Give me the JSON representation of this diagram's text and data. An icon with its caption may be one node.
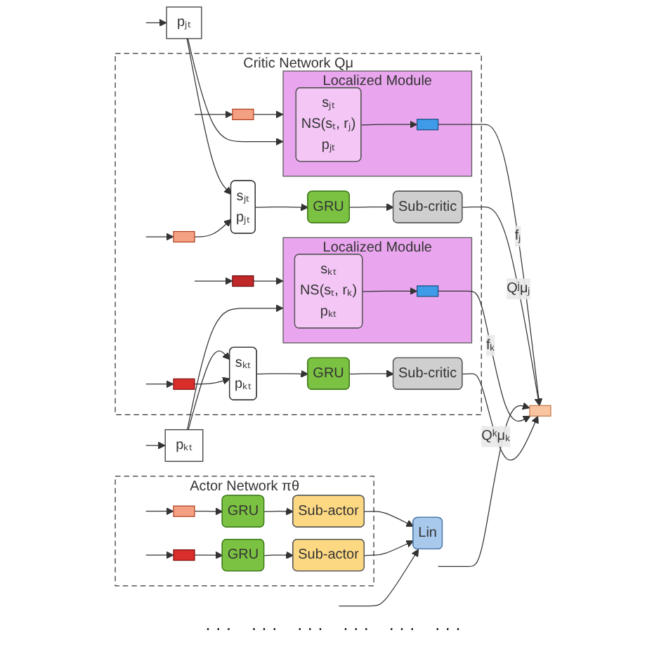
{
  "diagram": {
    "nodes": [
      {
        "text": [
          "Actor Network πθ"
        ]
      },
      {
        "text": [],
        "shape": "box",
        "in": 0
      },
      {
        "text": [
          "GRU"
        ],
        "in": 0
      },
      {
        "text": [
          "Sub-actor"
        ],
        "in": 0
      },
      {
        "text": [],
        "shape": "box",
        "in": 0
      },
      {
        "text": [
          "GRU"
        ],
        "in": 0
      },
      {
        "text": [
          "Sub-actor"
        ],
        "in": 0
      },
      {
        "text": [
          "Lin"
        ]
      },
      {
        "text": [
          "Critic Network Qμ"
        ]
      },
      {
        "text": [
          "pⱼₜ"
        ]
      },
      {
        "text": [],
        "shape": "box",
        "in": 8
      },
      {
        "text": [
          "Localized Module"
        ],
        "in": 8
      },
      {
        "text": [
          "sⱼₜ",
          "NS(sₜ, rⱼ)",
          "pⱼₜ"
        ],
        "in": 11
      },
      {
        "text": [],
        "shape": "box",
        "in": 11
      },
      {
        "text": [],
        "shape": "box",
        "in": 8
      },
      {
        "text": [
          "sⱼₜ",
          "pⱼₜ"
        ],
        "in": 8
      },
      {
        "text": [
          "GRU"
        ],
        "in": 8
      },
      {
        "text": [
          "Sub-critic"
        ],
        "in": 8
      },
      {
        "text": [
          "pₖₜ"
        ]
      },
      {
        "text": [],
        "shape": "box",
        "in": 8
      },
      {
        "text": [
          "Localized Module"
        ],
        "in": 8
      },
      {
        "text": [
          "sₖₜ",
          "NS(sₜ, rₖ)",
          "pₖₜ"
        ],
        "in": 20
      },
      {
        "text": [],
        "shape": "box",
        "in": 20
      },
      {
        "text": [],
        "shape": "box",
        "in": 8
      },
      {
        "text": [
          "sₖₜ",
          "pₖₜ"
        ],
        "in": 8
      },
      {
        "text": [
          "GRU"
        ],
        "in": 8
      },
      {
        "text": [
          "Sub-critic"
        ],
        "in": 8
      },
      {
        "text": [],
        "shape": "box"
      }
    ],
    "edges": [
      {
        "from": null,
        "to": 1,
        "arrow": "to"
      },
      {
        "from": 1,
        "to": 2,
        "arrow": "to"
      },
      {
        "from": 2,
        "to": 3,
        "arrow": "to"
      },
      {
        "from": 3,
        "to": 7,
        "arrow": "to"
      },
      {
        "from": null,
        "to": 4,
        "arrow": "to"
      },
      {
        "from": 4,
        "to": 5,
        "arrow": "to"
      },
      {
        "from": 5,
        "to": 6,
        "arrow": "to"
      },
      {
        "from": 6,
        "to": 7,
        "arrow": "to"
      },
      {
        "from": null,
        "to": 7,
        "arrow": "to"
      },
      {
        "from": null,
        "to": 9,
        "arrow": "to"
      },
      {
        "from": null,
        "to": 10,
        "arrow": "to"
      },
      {
        "from": 10,
        "to": 11,
        "arrow": "to"
      },
      {
        "from": 9,
        "to": 11,
        "arrow": "to"
      },
      {
        "from": 12,
        "to": 13,
        "arrow": "to"
      },
      {
        "from": 13,
        "to": 27,
        "label": "fⱼ",
        "arrow": "to"
      },
      {
        "from": 9,
        "to": 15,
        "arrow": "to"
      },
      {
        "from": null,
        "to": 14,
        "arrow": "to"
      },
      {
        "from": 14,
        "to": 15,
        "arrow": "to"
      },
      {
        "from": 15,
        "to": 16,
        "arrow": "to"
      },
      {
        "from": 16,
        "to": 17,
        "arrow": "to"
      },
      {
        "from": 17,
        "to": 27,
        "label": "Qʲμⱼ",
        "arrow": "to"
      },
      {
        "from": null,
        "to": 27,
        "arrow": "to"
      },
      {
        "from": null,
        "to": 18,
        "arrow": "to"
      },
      {
        "from": null,
        "to": 19,
        "arrow": "to"
      },
      {
        "from": 19,
        "to": 20,
        "arrow": "to"
      },
      {
        "from": 18,
        "to": 20,
        "arrow": "to"
      },
      {
        "from": 21,
        "to": 22,
        "arrow": "to"
      },
      {
        "from": 22,
        "to": 27,
        "label": "fₖ",
        "arrow": "to"
      },
      {
        "from": 18,
        "to": 24,
        "arrow": "to"
      },
      {
        "from": null,
        "to": 23,
        "arrow": "to"
      },
      {
        "from": 23,
        "to": 24,
        "arrow": "to"
      },
      {
        "from": 24,
        "to": 25,
        "arrow": "to"
      },
      {
        "from": 25,
        "to": 26,
        "arrow": "to"
      },
      {
        "from": 26,
        "to": 27,
        "label": "Qᵏμₖ",
        "arrow": "to"
      }
    ],
    "labels": [
      "· · ·",
      "· · ·",
      "· · ·",
      "· · ·",
      "· · ·",
      "· · ·"
    ]
  }
}
